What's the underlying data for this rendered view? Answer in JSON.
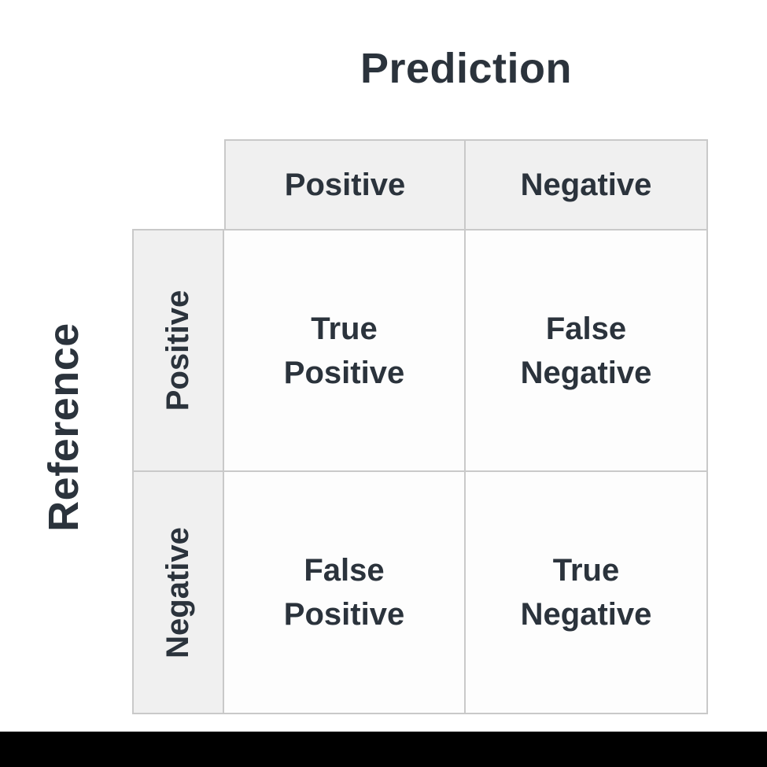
{
  "matrix": {
    "top_axis_label": "Prediction",
    "left_axis_label": "Reference",
    "column_headers": [
      "Positive",
      "Negative"
    ],
    "row_headers": [
      "Positive",
      "Negative"
    ],
    "cells": [
      [
        {
          "line1": "True",
          "line2": "Positive"
        },
        {
          "line1": "False",
          "line2": "Negative"
        }
      ],
      [
        {
          "line1": "False",
          "line2": "Positive"
        },
        {
          "line1": "True",
          "line2": "Negative"
        }
      ]
    ]
  },
  "colors": {
    "text": "#2b333c",
    "header_background": "#f0f0f0",
    "cell_background": "#fdfdfd",
    "grid_line": "#c9c9c9",
    "bottom_bar": "#000000",
    "page_background": "#ffffff"
  }
}
